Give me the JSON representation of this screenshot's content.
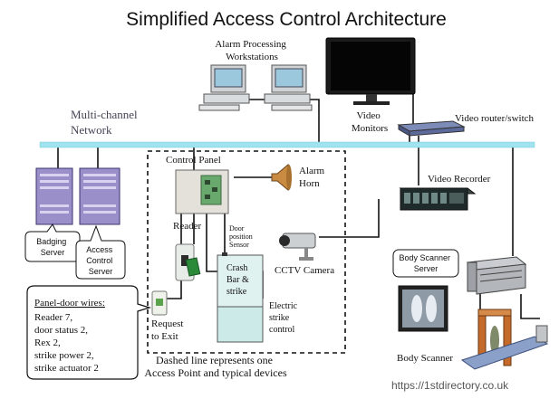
{
  "title": "Simplified Access Control Architecture",
  "labels": {
    "alarm_processing": [
      "Alarm Processing",
      "Workstations"
    ],
    "network": [
      "Multi-channel",
      "Network"
    ],
    "video_monitors": [
      "Video",
      "Monitors"
    ],
    "video_router": "Video router/switch",
    "control_panel": "Control Panel",
    "alarm_horn": [
      "Alarm",
      "Horn"
    ],
    "video_recorder": "Video Recorder",
    "reader": "Reader",
    "door_position": [
      "Door",
      "position",
      "Sensor"
    ],
    "crash_bar": [
      "Crash",
      "Bar &",
      "strike"
    ],
    "cctv": "CCTV Camera",
    "electric_strike": [
      "Electric",
      "strike",
      "control"
    ],
    "request_exit": [
      "Request",
      "to Exit"
    ],
    "dashed_caption": [
      "Dashed line represents one",
      "Access Point and typical devices"
    ],
    "badging_server": [
      "Badging",
      "Server"
    ],
    "access_control_server": [
      "Access",
      "Control",
      "Server"
    ],
    "body_scanner_server": [
      "Body Scanner",
      "Server"
    ],
    "body_scanner": "Body Scanner"
  },
  "wires_box": {
    "heading": "Panel-door wires:",
    "lines": [
      "Reader 7,",
      "door status 2,",
      "Rex 2,",
      "strike power 2,",
      "strike actuator 2"
    ]
  },
  "watermark": "https://1stdirectory.co.uk",
  "colors": {
    "network": "#9fe3ef",
    "server": "#9a8fc8",
    "panel_board": "#6aa96e",
    "recorder": "#1e2b2a",
    "router": "#5b6a9a"
  }
}
